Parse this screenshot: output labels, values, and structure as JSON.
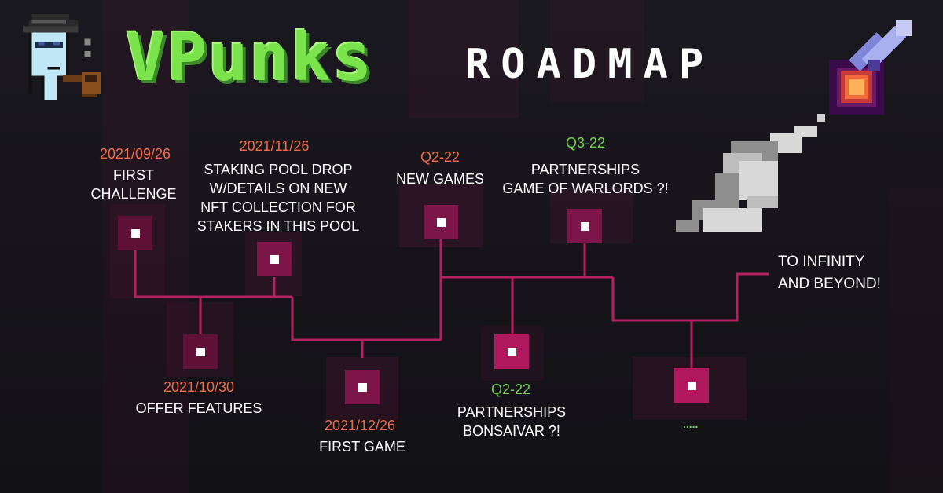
{
  "header": {
    "logo_text": "VPunks",
    "title": "ROADMAP"
  },
  "colors": {
    "background": "#17151b",
    "line": "#b3215f",
    "node": "#7e1549",
    "node_bright": "#b0185e",
    "past_date": "#ef6a45",
    "future_date": "#6ed34b",
    "logo_green": "#7be34c"
  },
  "milestones": [
    {
      "date": "2021/09/26",
      "label": "FIRST\nCHALLENGE",
      "date_color": "orange"
    },
    {
      "date": "2021/10/30",
      "label": "OFFER FEATURES",
      "date_color": "orange"
    },
    {
      "date": "2021/11/26",
      "label": "STAKING POOL DROP\nW/DETAILS ON NEW\nNFT COLLECTION FOR\nSTAKERS IN THIS POOL",
      "date_color": "orange"
    },
    {
      "date": "2021/12/26",
      "label": "FIRST GAME",
      "date_color": "orange"
    },
    {
      "date": "Q2-22",
      "label": "NEW GAMES",
      "date_color": "orange"
    },
    {
      "date": "Q2-22",
      "label": "PARTNERSHIPS\nBONSAIVAR ?!",
      "date_color": "green"
    },
    {
      "date": "Q3-22",
      "label": "PARTNERSHIPS\nGAME OF WARLORDS ?!",
      "date_color": "green"
    },
    {
      "date": ".....",
      "label": "",
      "date_color": "green"
    }
  ],
  "finale": {
    "label": "TO INFINITY\nAND BEYOND!"
  },
  "icons": [
    "punk-mascot-icon",
    "pipe-icon",
    "rocket-icon",
    "smoke-cloud-icon"
  ]
}
